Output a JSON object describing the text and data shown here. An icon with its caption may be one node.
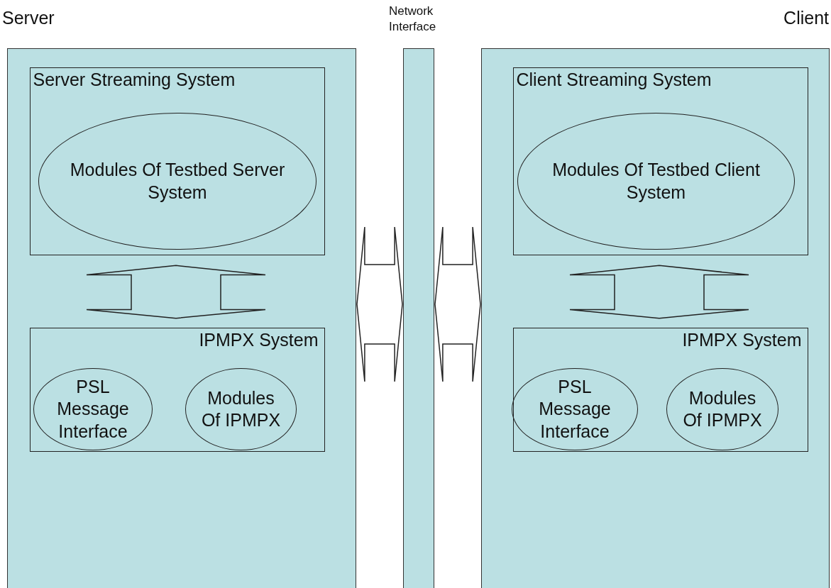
{
  "diagram": {
    "nodes": [
      {
        "text": [
          "Server"
        ]
      },
      {
        "text": [
          "Server Streaming System"
        ],
        "in": 0
      },
      {
        "text": [
          "Modules Of Testbed Server System"
        ],
        "in": 1
      },
      {
        "text": [
          "IPMPX System"
        ],
        "in": 0
      },
      {
        "text": [
          "PSL Message Interface"
        ],
        "in": 3
      },
      {
        "text": [
          "Modules Of IPMPX"
        ],
        "in": 3
      },
      {
        "text": [
          "Network Interface"
        ]
      },
      {
        "text": [
          "Client"
        ]
      },
      {
        "text": [
          "Client Streaming System"
        ],
        "in": 7
      },
      {
        "text": [
          "Modules Of Testbed Client System"
        ],
        "in": 8
      },
      {
        "text": [
          "IPMPX System"
        ],
        "in": 7
      },
      {
        "text": [
          "PSL Message Interface"
        ],
        "in": 10
      },
      {
        "text": [
          "Modules Of IPMPX"
        ],
        "in": 10
      }
    ],
    "edges": [
      {
        "from": 1,
        "to": 3,
        "arrow": "both"
      },
      {
        "from": 0,
        "to": 6,
        "arrow": "both"
      },
      {
        "from": 6,
        "to": 7,
        "arrow": "both"
      },
      {
        "from": 8,
        "to": 10,
        "arrow": "both"
      }
    ]
  }
}
